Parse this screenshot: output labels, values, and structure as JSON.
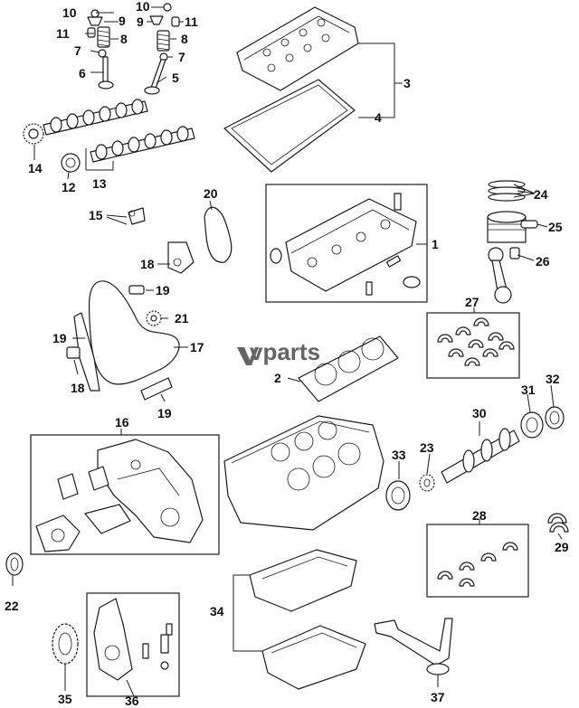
{
  "watermark": {
    "brand_text": "vparts",
    "color": "#4a4a4a"
  },
  "callouts": [
    {
      "id": "c1",
      "label": "1"
    },
    {
      "id": "c2",
      "label": "2"
    },
    {
      "id": "c3",
      "label": "3"
    },
    {
      "id": "c4",
      "label": "4"
    },
    {
      "id": "c5",
      "label": "5"
    },
    {
      "id": "c6",
      "label": "6"
    },
    {
      "id": "c7a",
      "label": "7"
    },
    {
      "id": "c7b",
      "label": "7"
    },
    {
      "id": "c8a",
      "label": "8"
    },
    {
      "id": "c8b",
      "label": "8"
    },
    {
      "id": "c9a",
      "label": "9"
    },
    {
      "id": "c9b",
      "label": "9"
    },
    {
      "id": "c10a",
      "label": "10"
    },
    {
      "id": "c10b",
      "label": "10"
    },
    {
      "id": "c11a",
      "label": "11"
    },
    {
      "id": "c11b",
      "label": "11"
    },
    {
      "id": "c12",
      "label": "12"
    },
    {
      "id": "c13",
      "label": "13"
    },
    {
      "id": "c14",
      "label": "14"
    },
    {
      "id": "c15",
      "label": "15"
    },
    {
      "id": "c16",
      "label": "16"
    },
    {
      "id": "c17",
      "label": "17"
    },
    {
      "id": "c18a",
      "label": "18"
    },
    {
      "id": "c18b",
      "label": "18"
    },
    {
      "id": "c19a",
      "label": "19"
    },
    {
      "id": "c19b",
      "label": "19"
    },
    {
      "id": "c19c",
      "label": "19"
    },
    {
      "id": "c20",
      "label": "20"
    },
    {
      "id": "c21",
      "label": "21"
    },
    {
      "id": "c22",
      "label": "22"
    },
    {
      "id": "c23",
      "label": "23"
    },
    {
      "id": "c24",
      "label": "24"
    },
    {
      "id": "c25",
      "label": "25"
    },
    {
      "id": "c26",
      "label": "26"
    },
    {
      "id": "c27",
      "label": "27"
    },
    {
      "id": "c28",
      "label": "28"
    },
    {
      "id": "c29",
      "label": "29"
    },
    {
      "id": "c30",
      "label": "30"
    },
    {
      "id": "c31",
      "label": "31"
    },
    {
      "id": "c32",
      "label": "32"
    },
    {
      "id": "c33",
      "label": "33"
    },
    {
      "id": "c34",
      "label": "34"
    },
    {
      "id": "c35",
      "label": "35"
    },
    {
      "id": "c36",
      "label": "36"
    },
    {
      "id": "c37",
      "label": "37"
    }
  ]
}
